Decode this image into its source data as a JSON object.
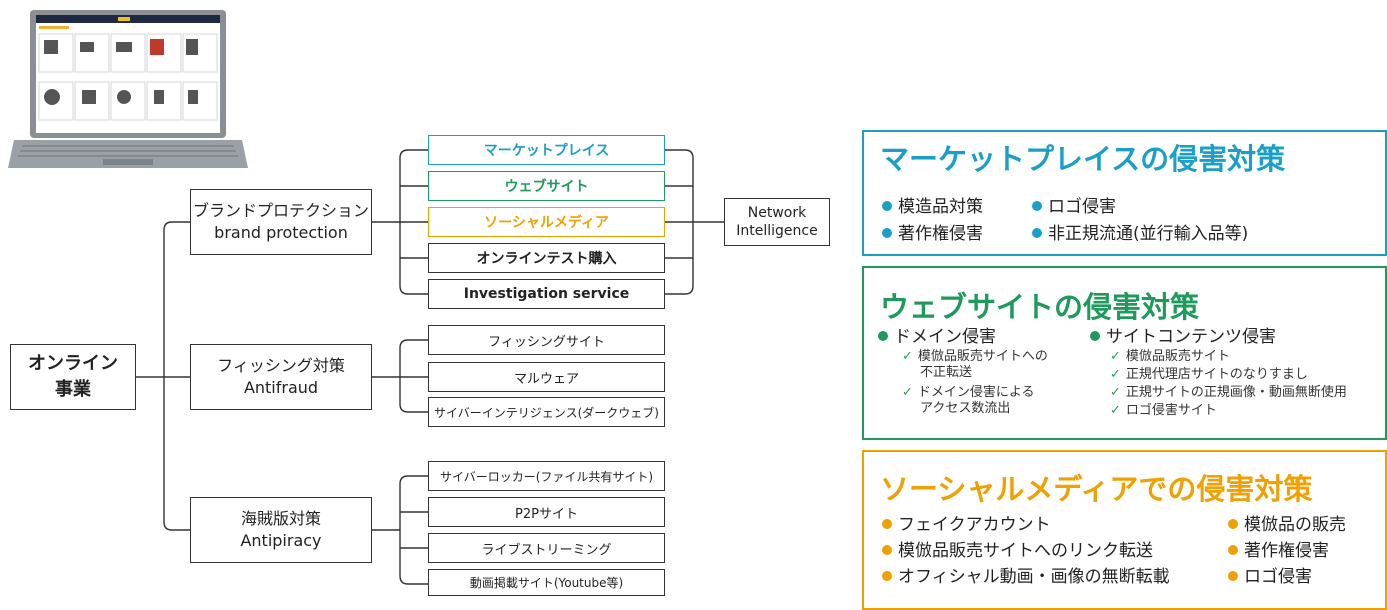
{
  "colors": {
    "blue": "#1aa0c8",
    "green": "#1e9a5c",
    "orange": "#f0a000"
  },
  "tree": {
    "root": {
      "line1": "オンライン",
      "line2": "事業"
    },
    "brand": {
      "jp": "ブランドプロテクション",
      "en": "brand protection"
    },
    "antifraud": {
      "jp": "フィッシング対策",
      "en": "Antifraud"
    },
    "antipiracy": {
      "jp": "海賊版対策",
      "en": "Antipiracy"
    },
    "network": {
      "line1": "Network",
      "line2": "Intelligence"
    },
    "brand_items": [
      "マーケットプレイス",
      "ウェブサイト",
      "ソーシャルメディア",
      "オンラインテスト購入",
      "Investigation service"
    ],
    "antifraud_items": [
      "フィッシングサイト",
      "マルウェア",
      "サイバーインテリジェンス(ダークウェブ)"
    ],
    "antipiracy_items": [
      "サイバーロッカー(ファイル共有サイト)",
      "P2Pサイト",
      "ライブストリーミング",
      "動画掲載サイト(Youtube等)"
    ]
  },
  "panels": {
    "marketplace": {
      "title": "マーケットプレイスの侵害対策",
      "items": [
        "模造品対策",
        "ロゴ侵害",
        "著作権侵害",
        "非正規流通(並行輸入品等)"
      ]
    },
    "website": {
      "title": "ウェブサイトの侵害対策",
      "left_head": "ドメイン侵害",
      "left_checks": [
        "模倣品販売サイトへの",
        "不正転送",
        "ドメイン侵害による",
        "アクセス数流出"
      ],
      "right_head": "サイトコンテンツ侵害",
      "right_checks": [
        "模倣品販売サイト",
        "正規代理店サイトのなりすまし",
        "正規サイトの正規画像・動画無断使用",
        "ロゴ侵害サイト"
      ]
    },
    "social": {
      "title": "ソーシャルメディアでの侵害対策",
      "left_items": [
        "フェイクアカウント",
        "模倣品販売サイトへのリンク転送",
        "オフィシャル動画・画像の無断転載"
      ],
      "right_items": [
        "模倣品の販売",
        "著作権侵害",
        "ロゴ侵害"
      ]
    }
  }
}
